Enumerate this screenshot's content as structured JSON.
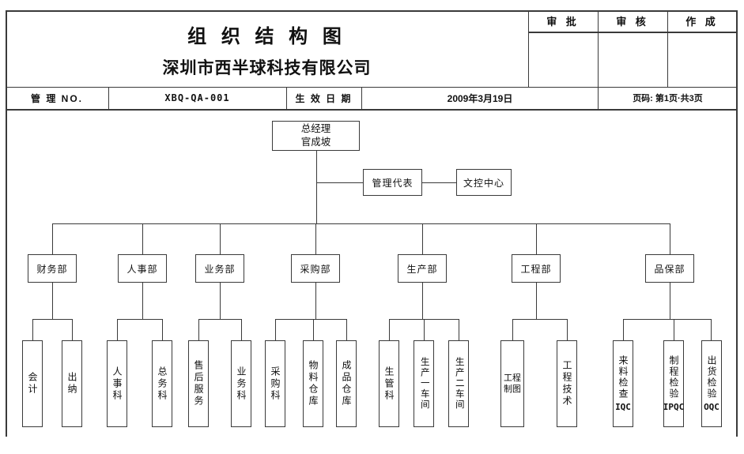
{
  "header": {
    "title": "组 织 结 构 图",
    "company": "深圳市西半球科技有限公司",
    "approval_columns": [
      {
        "label": "审 批"
      },
      {
        "label": "审 核"
      },
      {
        "label": "作 成"
      }
    ],
    "meta": {
      "mgmt_no_label": "管 理 NO.",
      "mgmt_no_value": "XBQ-QA-001",
      "effective_date_label": "生 效 日 期",
      "effective_date_value": "2009年3月19日",
      "page_info": "页码: 第1页·共3页"
    }
  },
  "chart": {
    "root": {
      "title": "总经理",
      "name": "官成坡"
    },
    "staff": [
      {
        "label": "管理代表"
      },
      {
        "label": "文控中心"
      }
    ],
    "departments": [
      {
        "label": "财务部",
        "children": [
          {
            "label": "会计"
          },
          {
            "label": "出纳"
          }
        ]
      },
      {
        "label": "人事部",
        "children": [
          {
            "label": "人事科"
          },
          {
            "label": "总务科"
          }
        ]
      },
      {
        "label": "业务部",
        "children": [
          {
            "label": "售后服务"
          },
          {
            "label": "业务科"
          }
        ]
      },
      {
        "label": "采购部",
        "children": [
          {
            "label": "采购科"
          },
          {
            "label": "物料仓库"
          },
          {
            "label": "成品仓库"
          }
        ]
      },
      {
        "label": "生产部",
        "children": [
          {
            "label": "生管科"
          },
          {
            "label": "生产一车间"
          },
          {
            "label": "生产二车间"
          }
        ]
      },
      {
        "label": "工程部",
        "children": [
          {
            "label": "工程制图"
          },
          {
            "label": "工程技术"
          }
        ]
      },
      {
        "label": "品保部",
        "children": [
          {
            "label": "来料检查",
            "code": "IQC"
          },
          {
            "label": "制程检验",
            "code": "IPQC"
          },
          {
            "label": "出货检验",
            "code": "OQC"
          }
        ]
      }
    ]
  },
  "colors": {
    "line": "#3a3a3a",
    "text": "#111111",
    "background": "#ffffff"
  }
}
